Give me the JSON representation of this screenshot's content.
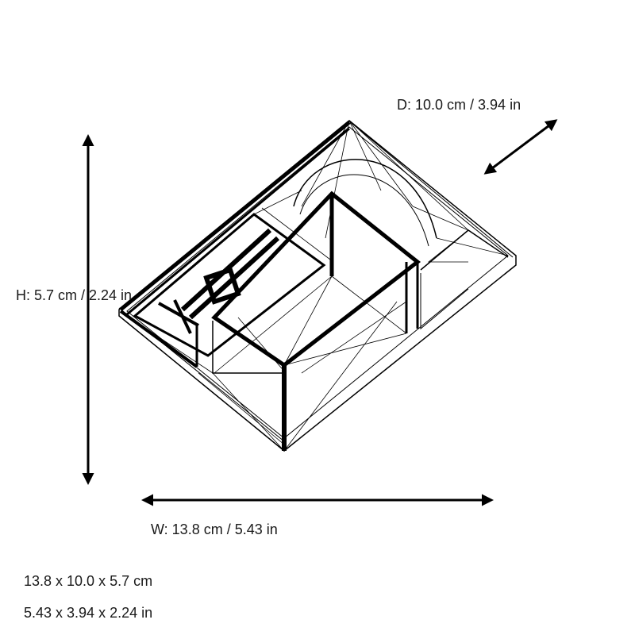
{
  "dimensions": {
    "depth_label": "D: 10.0 cm / 3.94 in",
    "height_label": "H: 5.7 cm / 2.24 in",
    "width_label": "W: 13.8 cm / 5.43 in"
  },
  "summary": {
    "metric": "13.8 x 10.0 x 5.7 cm",
    "imperial": "5.43 x 3.94 x 2.24 in"
  },
  "values": {
    "width_cm": 13.8,
    "depth_cm": 10.0,
    "height_cm": 5.7,
    "width_in": 5.43,
    "depth_in": 3.94,
    "height_in": 2.24
  },
  "model": {
    "render_style": "wireframe",
    "line_color": "#000000",
    "background": "#ffffff"
  }
}
